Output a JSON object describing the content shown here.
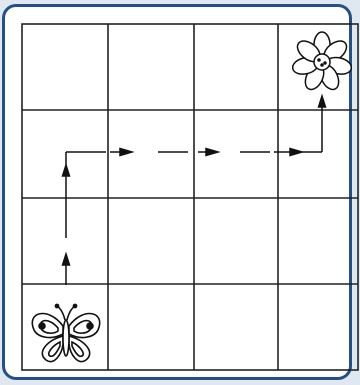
{
  "diagram": {
    "grid": {
      "columns": 4,
      "rows": 4
    },
    "start": {
      "icon": "butterfly-icon",
      "cell": [
        0,
        3
      ]
    },
    "goal": {
      "icon": "flower-icon",
      "cell": [
        3,
        0
      ]
    },
    "path": [
      {
        "direction": "up",
        "steps": 2
      },
      {
        "direction": "right",
        "steps": 3
      },
      {
        "direction": "up",
        "steps": 1
      }
    ],
    "colors": {
      "line": "#222222",
      "frame": "#274f86",
      "background": "#dfe8f1"
    }
  }
}
